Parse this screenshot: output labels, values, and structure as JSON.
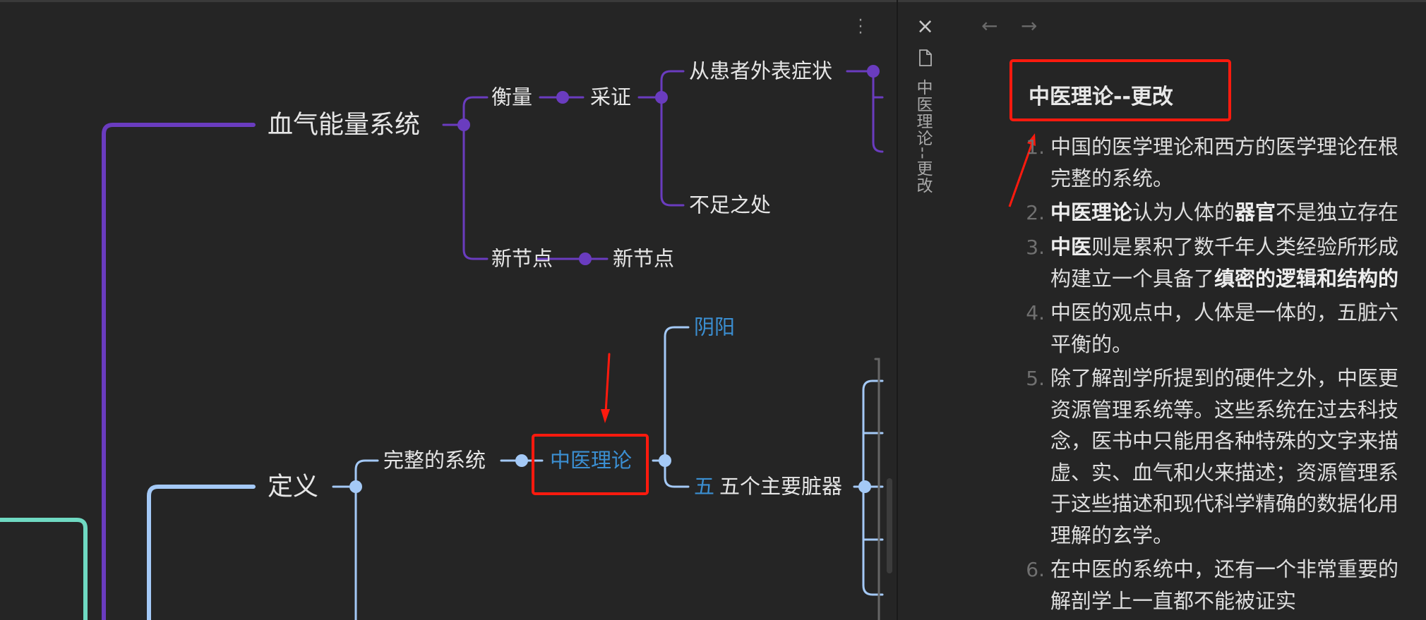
{
  "mindmap": {
    "nodes": {
      "blood_qi": "血气能量系统",
      "measure": "衡量",
      "evidence": "采证",
      "from_symptoms": "从患者外表症状",
      "shortcomings": "不足之处",
      "new_node_1": "新节点",
      "new_node_2": "新节点",
      "definition": "定义",
      "complete_system": "完整的系统",
      "tcm_theory": "中医理论",
      "yin_yang": "阴阳",
      "five_prefix": "五",
      "five_organs": "五个主要脏器"
    },
    "colors": {
      "purple": "#6a3cbf",
      "light_blue": "#a4c9f6",
      "teal": "#6fd9c2",
      "annotation_red": "#ff1a0e"
    },
    "menu_icon": "more-vertical-icon"
  },
  "side_panel": {
    "vertical_title": "中医理论--更改",
    "title": "中医理论--更改",
    "items": [
      {
        "num": "1.",
        "lines": [
          [
            {
              "t": "中国的医学理论和西方的医学理论在根"
            }
          ],
          [
            {
              "t": "完整的系统。"
            }
          ]
        ]
      },
      {
        "num": "2.",
        "lines": [
          [
            {
              "t": "中医理论",
              "b": true
            },
            {
              "t": "认为人体的"
            },
            {
              "t": "器官",
              "b": true
            },
            {
              "t": "不是独立存在"
            }
          ]
        ]
      },
      {
        "num": "3.",
        "lines": [
          [
            {
              "t": "中医",
              "b": true
            },
            {
              "t": "则是累积了数千年人类经验所形成"
            }
          ],
          [
            {
              "t": "构建立一个具备了"
            },
            {
              "t": "缜密的逻辑和结构的",
              "b": true
            }
          ]
        ]
      },
      {
        "num": "4.",
        "lines": [
          [
            {
              "t": "中医的观点中，人体是一体的，五脏六"
            }
          ],
          [
            {
              "t": "平衡的。"
            }
          ]
        ]
      },
      {
        "num": "5.",
        "lines": [
          [
            {
              "t": "除了解剖学所提到的硬件之外，中医更"
            }
          ],
          [
            {
              "t": "资源管理系统等。这些系统在过去科技"
            }
          ],
          [
            {
              "t": "念，医书中只能用各种特殊的文字来描"
            }
          ],
          [
            {
              "t": "虚、实、血气和火来描述；资源管理系"
            }
          ],
          [
            {
              "t": "于这些描述和现代科学精确的数据化用"
            }
          ],
          [
            {
              "t": "理解的玄学。"
            }
          ]
        ]
      },
      {
        "num": "6.",
        "lines": [
          [
            {
              "t": "在中医的系统中，还有一个非常重要的"
            }
          ],
          [
            {
              "t": "解剖学上一直都不能被证实"
            }
          ]
        ]
      }
    ],
    "icons": {
      "close": "×",
      "back": "←",
      "forward": "→"
    }
  }
}
